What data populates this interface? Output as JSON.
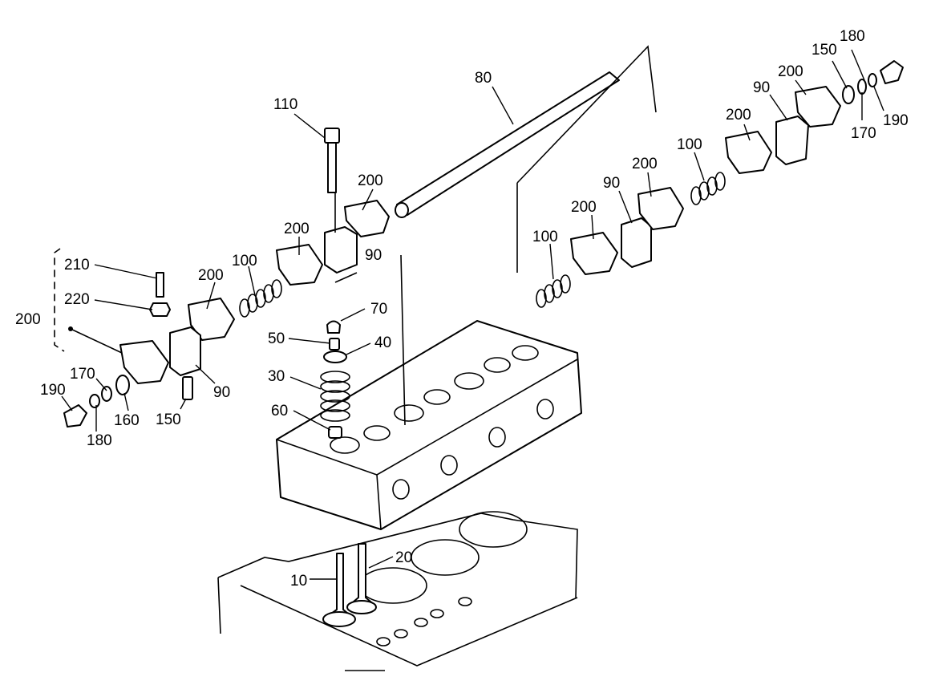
{
  "callouts": {
    "c80": "80",
    "c110": "110",
    "c200_shaft_end": "200",
    "c200_left_mid": "200",
    "c90_left_bracket": "90",
    "c100_left": "100",
    "c200_left_inner": "200",
    "c210": "210",
    "c220": "220",
    "c200_group": "200",
    "c170_left": "170",
    "c190_left": "190",
    "c160": "160",
    "c150_left": "150",
    "c90_left_end": "90",
    "c180_left": "180",
    "c70": "70",
    "c50": "50",
    "c40": "40",
    "c30": "30",
    "c60": "60",
    "c20": "20",
    "c10": "10",
    "c180_right": "180",
    "c150_right": "150",
    "c200_right_end": "200",
    "c90_right_end": "90",
    "c190_right": "190",
    "c170_right": "170",
    "c200_right_a": "200",
    "c100_right": "100",
    "c200_right_b": "200",
    "c90_right_mid": "90",
    "c200_right_c": "200",
    "c100_right_low": "100"
  }
}
